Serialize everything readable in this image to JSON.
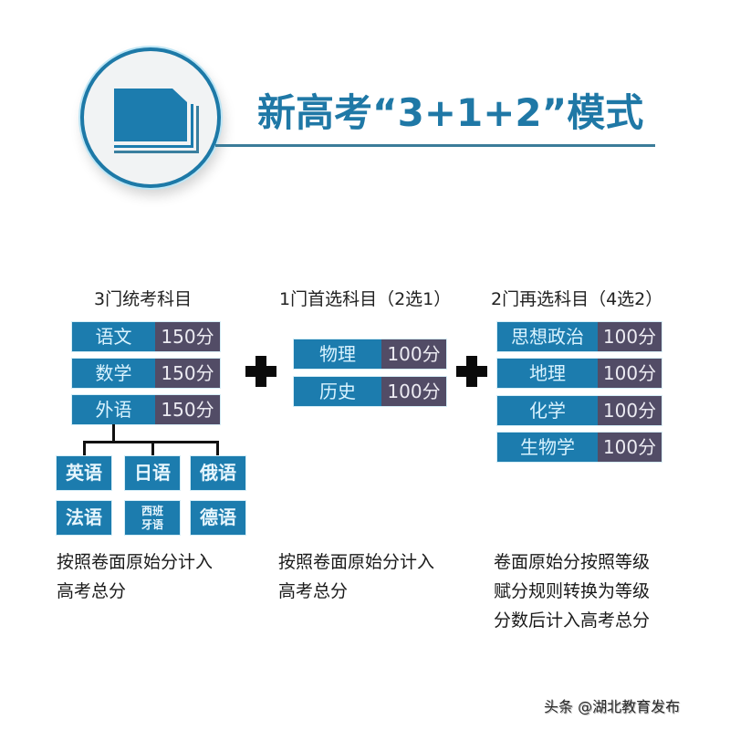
{
  "header": {
    "title": "新高考“3+1+2”模式",
    "icon": "document-stack-icon"
  },
  "colors": {
    "accent_blue": "#1c7cae",
    "score_gray": "#524c66",
    "title_blue": "#1f78a6"
  },
  "columns": [
    {
      "heading": "3门统考科目",
      "subjects": [
        {
          "name": "语文",
          "score": "150分"
        },
        {
          "name": "数学",
          "score": "150分"
        },
        {
          "name": "外语",
          "score": "150分"
        }
      ],
      "languages": [
        "英语",
        "日语",
        "俄语",
        "法语",
        "西班\n牙语",
        "德语"
      ],
      "note": "按照卷面原始分计入\n高考总分"
    },
    {
      "heading": "1门首选科目（2选1）",
      "subjects": [
        {
          "name": "物理",
          "score": "100分"
        },
        {
          "name": "历史",
          "score": "100分"
        }
      ],
      "note": "按照卷面原始分计入\n高考总分"
    },
    {
      "heading": "2门再选科目（4选2）",
      "subjects": [
        {
          "name": "思想政治",
          "score": "100分"
        },
        {
          "name": "地理",
          "score": "100分"
        },
        {
          "name": "化学",
          "score": "100分"
        },
        {
          "name": "生物学",
          "score": "100分"
        }
      ],
      "note": "卷面原始分按照等级\n赋分规则转换为等级\n分数后计入高考总分"
    }
  ],
  "operators": [
    "+",
    "+"
  ],
  "watermark": "头条 @湖北教育发布"
}
